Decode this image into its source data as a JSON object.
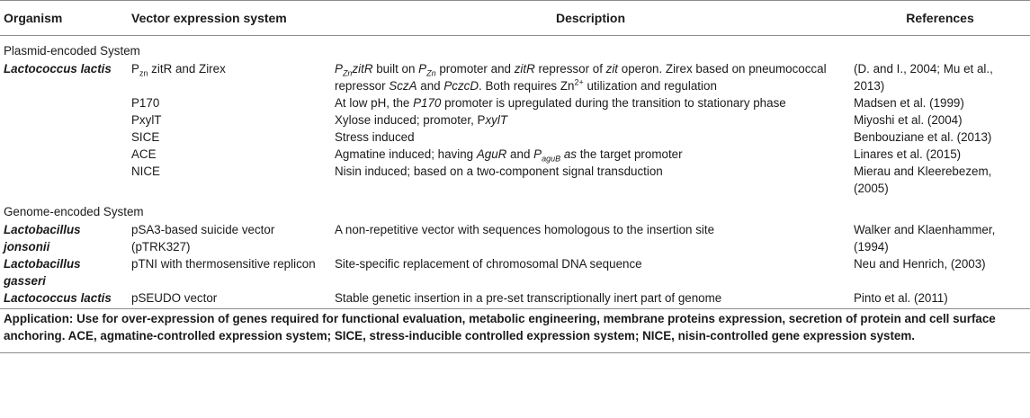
{
  "headers": {
    "organism": "Organism",
    "vector": "Vector expression system",
    "description": "Description",
    "references": "References"
  },
  "sections": {
    "plasmid": "Plasmid-encoded System",
    "genome": "Genome-encoded System"
  },
  "rows": [
    {
      "organism": "Lactococcus lactis",
      "vector_pre": "P",
      "vector_sub": "zn",
      "vector_post": " zitR and Zirex",
      "desc_p1": "P",
      "desc_s1": "Zn",
      "desc_i1": "zitR",
      "desc_t1": " built on ",
      "desc_p2": "P",
      "desc_s2": "Zn",
      "desc_t2": " promoter and ",
      "desc_i2": "zitR",
      "desc_t3": " repressor of ",
      "desc_i3": "zit",
      "desc_t4": " operon. Zirex based on pneumococcal repressor ",
      "desc_i4": "SczA",
      "desc_t5": " and ",
      "desc_i5": "PczcD",
      "desc_t6": ". Both requires Zn",
      "desc_sup": "2+",
      "desc_t7": " utilization and regulation",
      "reference": "(D. and I., 2004; Mu et al., 2013)"
    },
    {
      "vector": "P170",
      "desc_t1": "At low pH, the ",
      "desc_i1": "P170",
      "desc_t2": " promoter is upregulated during the transition to stationary phase",
      "reference": "Madsen et al. (1999)"
    },
    {
      "vector": "PxylT",
      "desc_t1": "Xylose induced; promoter, ",
      "desc_p1": "P",
      "desc_i1": "xylT",
      "reference": "Miyoshi et al. (2004)"
    },
    {
      "vector": "SICE",
      "description": "Stress induced",
      "reference": "Benbouziane et al. (2013)"
    },
    {
      "vector": "ACE",
      "desc_t1": "Agmatine induced; having ",
      "desc_i1": "AguR",
      "desc_t2": " and ",
      "desc_i2": "P",
      "desc_s2": "aguB",
      "desc_i3": " as",
      "desc_t3": " the target promoter",
      "reference": "Linares et al. (2015)"
    },
    {
      "vector": "NICE",
      "description": "Nisin induced; based on a two-component signal transduction",
      "reference": "Mierau and Kleerebezem, (2005)"
    },
    {
      "organism": "Lactobacillus jonsonii",
      "vector": "pSA3-based suicide vector (pTRK327)",
      "description": "A non-repetitive vector with sequences homologous to the insertion site",
      "reference": "Walker and Klaenhammer, (1994)"
    },
    {
      "organism": "Lactobacillus gasseri",
      "vector": "pTNI with thermosensitive replicon",
      "description": "Site-specific replacement of chromosomal DNA sequence",
      "reference": "Neu and Henrich, (2003)"
    },
    {
      "organism": "Lactococcus lactis",
      "vector": "pSEUDO vector",
      "description": "Stable genetic insertion in a pre-set transcriptionally inert part of genome",
      "reference": "Pinto et al. (2011)"
    }
  ],
  "footnote": "Application: Use for over-expression of genes required for functional evaluation, metabolic engineering, membrane proteins expression, secretion of protein and cell surface anchoring. ACE, agmatine-controlled expression system; SICE, stress-inducible controlled expression system; NICE, nisin-controlled gene expression system."
}
